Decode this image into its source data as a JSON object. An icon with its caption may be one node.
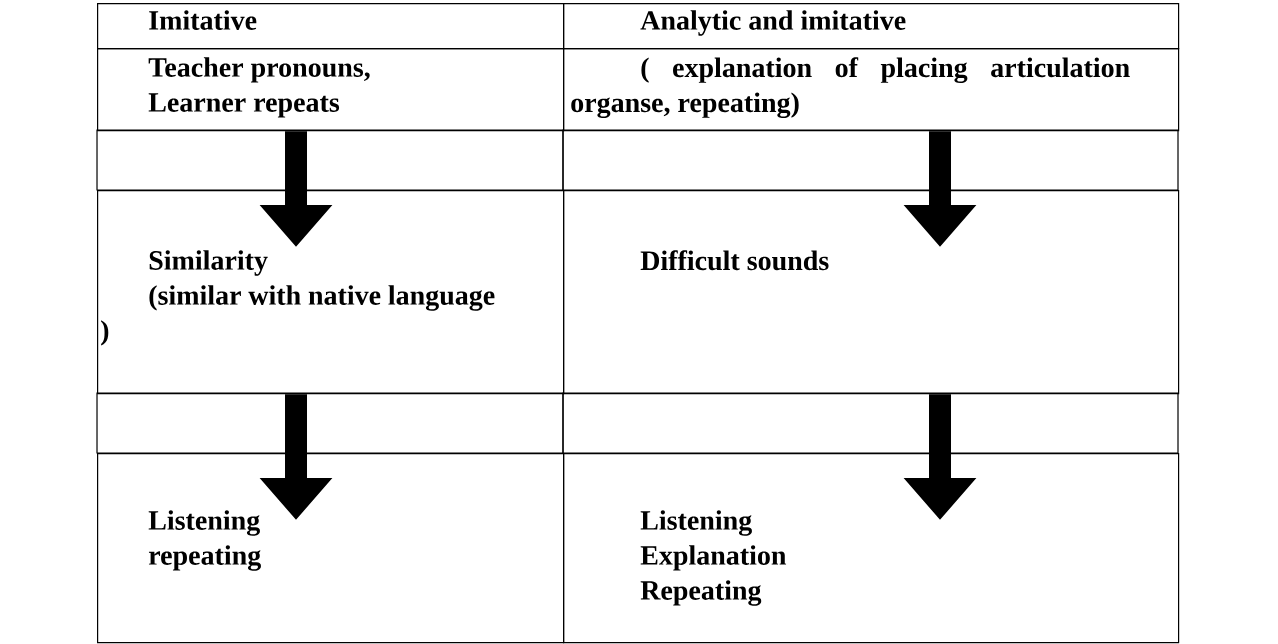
{
  "diagram": {
    "nodes": [
      {
        "text": [
          "Imitative"
        ]
      },
      {
        "text": [
          "Analytic and imitative"
        ]
      },
      {
        "text": [
          "Teacher pronouns, Learner repeats"
        ]
      },
      {
        "text": [
          "( explanation of placing articulation organse, repeating)"
        ]
      },
      {
        "text": [
          "Similarity",
          "(similar with native language )"
        ]
      },
      {
        "text": [
          "Difficult sounds"
        ]
      },
      {
        "text": [
          "Listening repeating"
        ]
      },
      {
        "text": [
          "Listening Explanation Repeating"
        ]
      }
    ],
    "edges": [
      {
        "from": 2,
        "to": 4,
        "arrow": "to"
      },
      {
        "from": 3,
        "to": 5,
        "arrow": "to"
      },
      {
        "from": 4,
        "to": 6,
        "arrow": "to"
      },
      {
        "from": 5,
        "to": 7,
        "arrow": "to"
      }
    ]
  }
}
